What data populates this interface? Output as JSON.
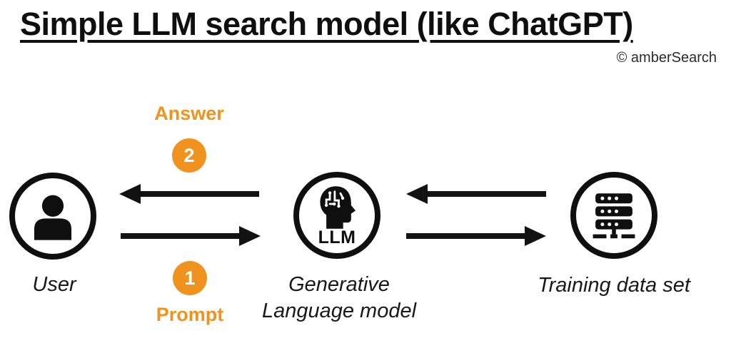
{
  "title": "Simple LLM search model (like ChatGPT)",
  "copyright": "© amberSearch",
  "colors": {
    "accent": "#F0921E",
    "ink": "#0F0F0F"
  },
  "flows": {
    "answer": {
      "label": "Answer",
      "step": "2",
      "direction": "llm-to-user"
    },
    "prompt": {
      "label": "Prompt",
      "step": "1",
      "direction": "user-to-llm"
    }
  },
  "nodes": {
    "user": {
      "label": "User",
      "icon": "person-in-circle-icon"
    },
    "llm": {
      "label_line1": "Generative",
      "label_line2": "Language model",
      "icon_caption": "LLM",
      "icon": "ai-head-circuit-icon"
    },
    "dataset": {
      "label": "Training data set",
      "icon": "server-rack-icon"
    }
  }
}
